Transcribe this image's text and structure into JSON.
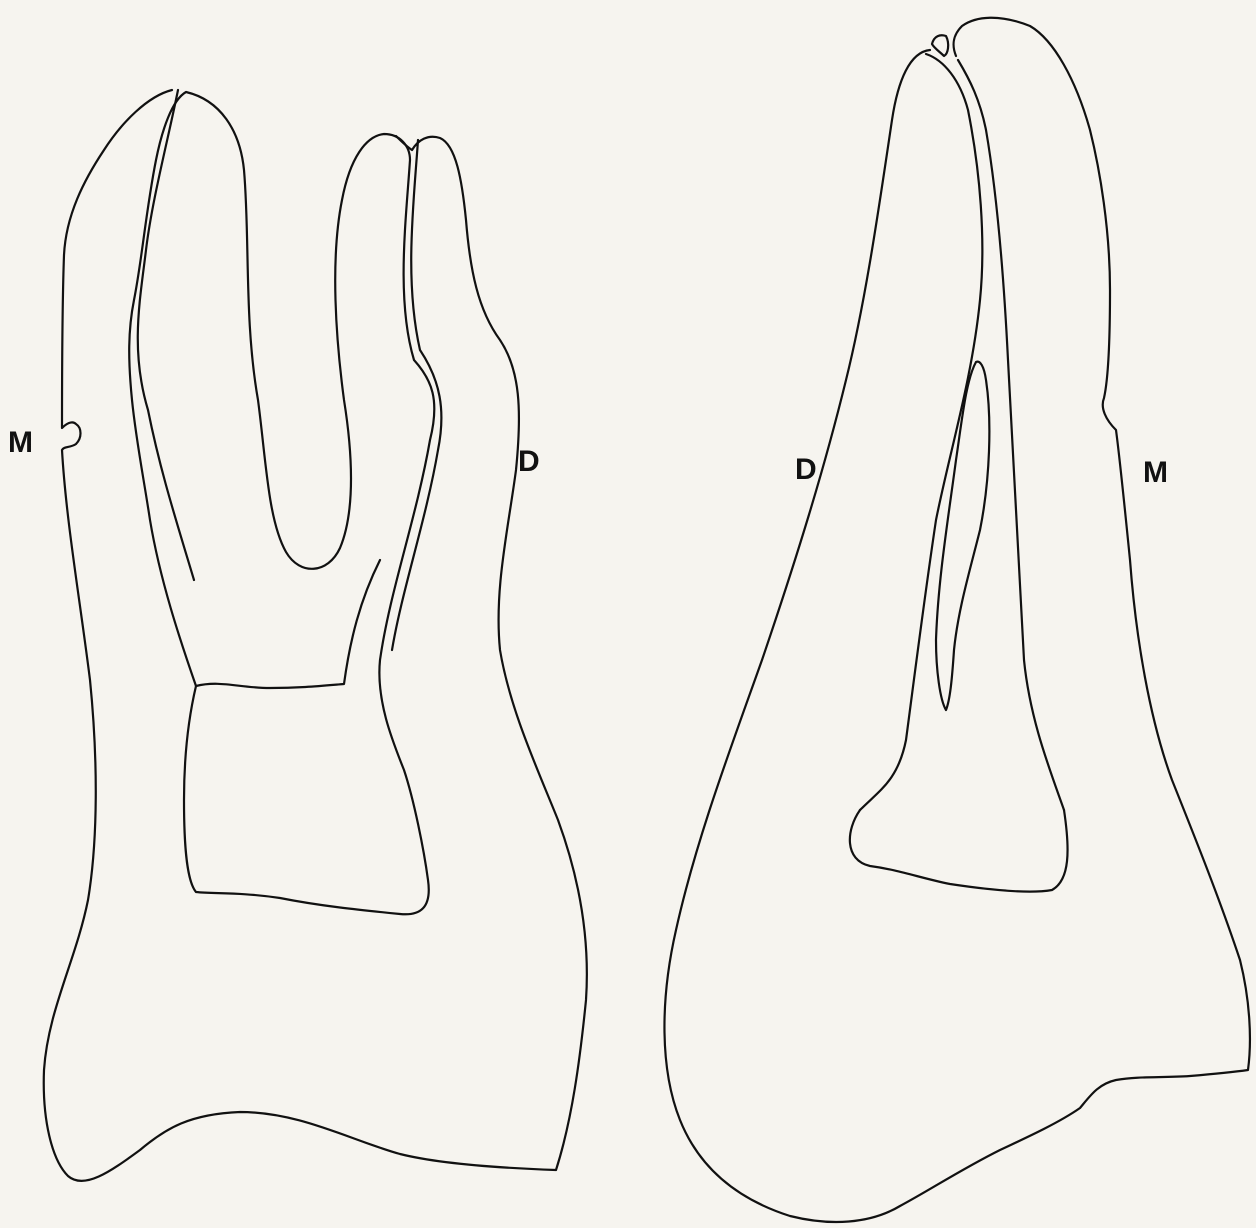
{
  "labels": {
    "left_tooth_mesial": "M",
    "left_tooth_distal": "D",
    "right_tooth_distal": "D",
    "right_tooth_mesial": "M"
  }
}
